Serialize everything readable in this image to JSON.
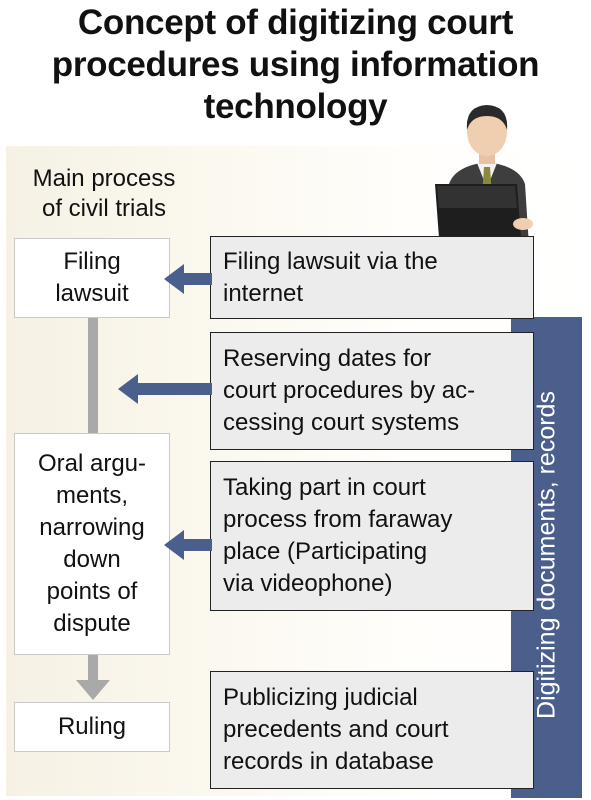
{
  "title": {
    "line1": "Concept of digitizing court",
    "line2": "procedures using information",
    "line3": "technology"
  },
  "main_process": {
    "label_line1": "Main process",
    "label_line2": "of civil trials",
    "steps": [
      {
        "lines": [
          "Filing",
          "lawsuit"
        ]
      },
      {
        "lines": [
          "Oral argu-",
          "ments,",
          "narrowing",
          "down",
          "points of",
          "dispute"
        ]
      },
      {
        "lines": [
          "Ruling"
        ]
      }
    ]
  },
  "actions": [
    {
      "lines": [
        "Filing lawsuit via the",
        "internet"
      ]
    },
    {
      "lines": [
        "Reserving dates for",
        "court procedures by ac-",
        "cessing court systems"
      ]
    },
    {
      "lines": [
        "Taking part in court",
        "process from faraway",
        "place (Participating",
        "via videophone)"
      ]
    },
    {
      "lines": [
        "Publicizing judicial",
        "precedents and court",
        "records in database"
      ]
    }
  ],
  "side_label": "Digitizing documents, records",
  "colors": {
    "side_bar": "#4b5f8d",
    "arrow": "#4b5f8d",
    "connector": "#a9a9a9",
    "action_box": "#ececec"
  },
  "icons": {
    "person": "person-at-laptop-icon"
  }
}
